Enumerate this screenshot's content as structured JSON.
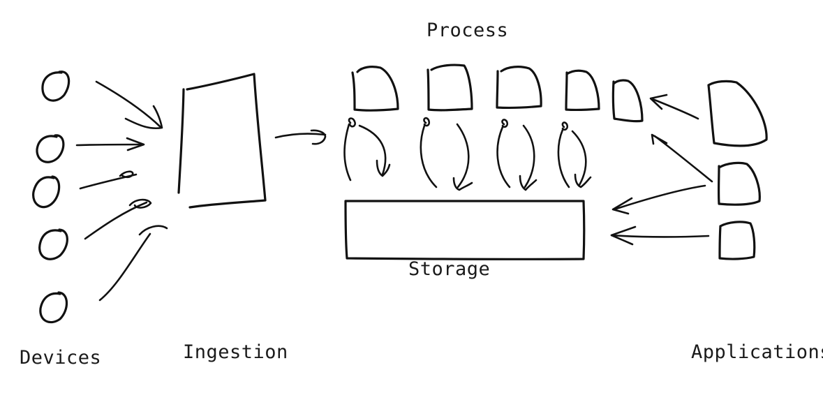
{
  "labels": {
    "devices": "Devices",
    "ingestion": "Ingestion",
    "process": "Process",
    "storage": "Storage",
    "applications": "Applications"
  },
  "colors": {
    "ink": "#111111",
    "background": "#ffffff"
  }
}
